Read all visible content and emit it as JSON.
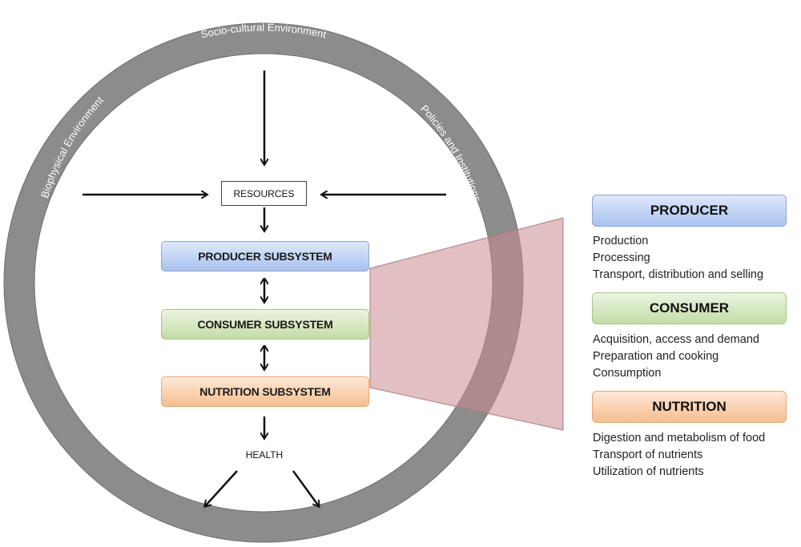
{
  "ring": {
    "top_label": "Socio-cultural Environment",
    "left_label": "Biophysical Environment",
    "right_label": "Policies and Institutions"
  },
  "center": {
    "resources": "RESOURCES",
    "producer_subsystem": "PRODUCER SUBSYSTEM",
    "consumer_subsystem": "CONSUMER SUBSYSTEM",
    "nutrition_subsystem": "NUTRITION SUBSYSTEM",
    "health": "HEALTH"
  },
  "panel": {
    "producer": {
      "title": "PRODUCER",
      "items": [
        "Production",
        "Processing",
        "Transport, distribution and selling"
      ]
    },
    "consumer": {
      "title": "CONSUMER",
      "items": [
        "Acquisition, access and demand",
        "Preparation and cooking",
        "Consumption"
      ]
    },
    "nutrition": {
      "title": "NUTRITION",
      "items": [
        "Digestion and metabolism of food",
        "Transport of nutrients",
        "Utilization of nutrients"
      ]
    }
  },
  "colors": {
    "ring": "#8c8c8c",
    "zoom_wedge": "#c98a8f"
  }
}
